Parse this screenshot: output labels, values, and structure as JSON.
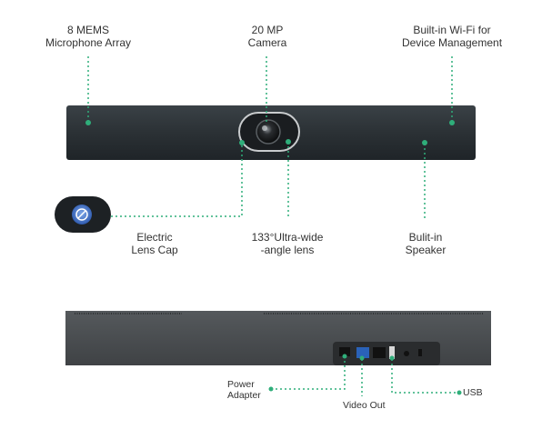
{
  "labels": {
    "mic_array": [
      "8 MEMS",
      "Microphone Array"
    ],
    "camera": [
      "20 MP",
      "Camera"
    ],
    "wifi": [
      "Built-in Wi-Fi for",
      "Device Management"
    ],
    "lens_cap": [
      "Electric",
      "Lens Cap"
    ],
    "lens": [
      "133°Ultra-wide",
      "-angle lens"
    ],
    "speaker": [
      "Bulit-in",
      "Speaker"
    ],
    "power": [
      "Power",
      "Adapter"
    ],
    "video_out": "Video Out",
    "usb": "USB"
  },
  "colors": {
    "device_body": "#2b3135",
    "leader_line": "#2fae7a",
    "back_body": "#4a4d50"
  }
}
